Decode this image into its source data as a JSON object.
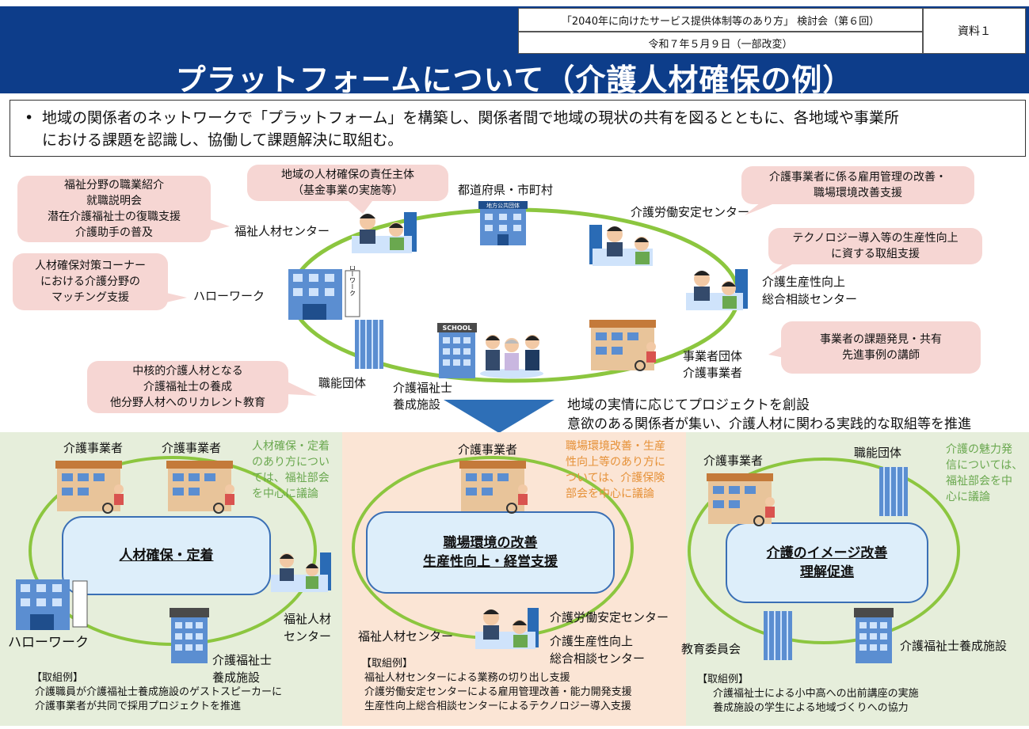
{
  "header": {
    "meeting": "「2040年に向けたサービス提供体制等のあり方」 検討会（第６回）",
    "date": "令和７年５月９日（一部改変）",
    "doc_no": "資料１",
    "title": "プラットフォームについて（介護人材確保の例）"
  },
  "summary": {
    "bullet": "•",
    "line1": "地域の関係者のネットワークで「プラットフォーム」を構築し、関係者間で地域の現状の共有を図るとともに、各地域や事業所",
    "line2": "における課題を認識し、協働して課題解決に取組む。"
  },
  "top": {
    "callouts": {
      "center_roles": [
        "福祉分野の職業紹介",
        "就職説明会",
        "潜在介護福祉士の復職支援",
        "介護助手の普及"
      ],
      "pref_role": [
        "地域の人材確保の責任主体",
        "（基金事業の実施等）"
      ],
      "labor_role": [
        "介護事業者に係る雇用管理の改善・",
        "職場環境改善支援"
      ],
      "hellowork_role": [
        "人材確保対策コーナー",
        "における介護分野の",
        "マッチング支援"
      ],
      "productivity_role": [
        "テクノロジー導入等の生産性向上",
        "に資する取組支援"
      ],
      "business_role": [
        "事業者の課題発見・共有",
        "先進事例の講師"
      ],
      "school_role": [
        "中核的介護人材となる",
        "介護福祉士の養成",
        "他分野人材へのリカレント教育"
      ]
    },
    "labels": {
      "pref": "都道府県・市町村",
      "welfare_center": "福祉人材センター",
      "labor_center": "介護労働安定センター",
      "hellowork": "ハローワーク",
      "productivity_center_1": "介護生産性向上",
      "productivity_center_2": "総合相談センター",
      "business_1": "事業者団体",
      "business_2": "介護事業者",
      "professional": "職能団体",
      "school_1": "介護福祉士",
      "school_2": "養成施設",
      "building_sign": "地方公共団体",
      "school_sign": "SCHOOL",
      "hw_sign": "ハローワーク"
    },
    "arrow_text_1": "地域の実情に応じてプロジェクトを創設",
    "arrow_text_2": "意欲のある関係者が集い、介護人材に関わる実践的な取組等を推進"
  },
  "panels": [
    {
      "theme": [
        "人材確保・定着"
      ],
      "note": [
        "人材確保・定着",
        "のあり方につい",
        "ては、福祉部会",
        "を中心に議論"
      ],
      "labels": {
        "biz_a": "介護事業者",
        "biz_b": "介護事業者",
        "welfare_1": "福祉人材",
        "welfare_2": "センター",
        "hellowork": "ハローワーク",
        "school_1": "介護福祉士",
        "school_2": "養成施設"
      },
      "examples_head": "【取組例】",
      "examples": [
        "介護職員が介護福祉士養成施設のゲストスピーカーに",
        "介護事業者が共同で採用プロジェクトを推進"
      ]
    },
    {
      "theme": [
        "職場環境の改善",
        "生産性向上・経営支援"
      ],
      "note": [
        "職場環境改善・生産",
        "性向上等のあり方に",
        "ついては、介護保険",
        "部会を中心に議論"
      ],
      "labels": {
        "biz": "介護事業者",
        "welfare": "福祉人材センター",
        "labor": "介護労働安定センター",
        "prod_1": "介護生産性向上",
        "prod_2": "総合相談センター"
      },
      "examples_head": "【取組例】",
      "examples": [
        "福祉人材センターによる業務の切り出し支援",
        "介護労働安定センターによる雇用管理改善・能力開発支援",
        "生産性向上総合相談センターによるテクノロジー導入支援"
      ]
    },
    {
      "theme": [
        "介護のイメージ改善",
        "理解促進"
      ],
      "note": [
        "介護の魅力発",
        "信については、",
        "福祉部会を中",
        "心に議論"
      ],
      "labels": {
        "biz": "介護事業者",
        "professional": "職能団体",
        "education": "教育委員会",
        "school": "介護福祉士養成施設"
      },
      "examples_head": "【取組例】",
      "examples": [
        "介護福祉士による小中高への出前講座の実施",
        "養成施設の学生による地域づくりへの協力"
      ]
    }
  ],
  "colors": {
    "header_bg": "#0d3d8a",
    "callout_bg": "#f6d6d3",
    "ring": "#8cc63f",
    "panel_green": "#e6eedb",
    "panel_peach": "#fbe5d5",
    "theme_border": "#3a6fb5",
    "arrow": "#2e6fb7"
  }
}
